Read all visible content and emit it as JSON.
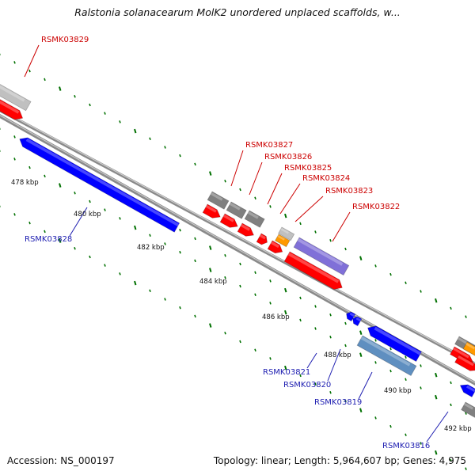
{
  "title": "Ralstonia solanacearum MolK2 unordered unplaced scaffolds, w...",
  "footer": {
    "accession": "Accession: NS_000197",
    "topology": "Topology: linear; Length: 5,964,607 bp; Genes: 4,975"
  },
  "colors": {
    "forward_gene": "#ff0000",
    "reverse_gene": "#0000ff",
    "rrna": "#808080",
    "trna": "#c0c0c0",
    "purple_gene": "#8070d8",
    "steel_gene": "#5f8fc0",
    "orange_gene": "#ff9900",
    "tick": "#007000",
    "label_forward": "#cc0000",
    "label_reverse": "#1c1cb0",
    "backbone": "#8a8a8a"
  },
  "kbp_labels": [
    "478 kbp",
    "480 kbp",
    "482 kbp",
    "484 kbp",
    "486 kbp",
    "488 kbp",
    "490 kbp",
    "492 kbp"
  ],
  "gene_labels_forward": [
    "RSMK03829",
    "RSMK03827",
    "RSMK03826",
    "RSMK03825",
    "RSMK03824",
    "RSMK03823",
    "RSMK03822"
  ],
  "gene_labels_reverse": [
    "RSMK03828",
    "RSMK03821",
    "RSMK03820",
    "RSMK03819",
    "RSMK03816"
  ]
}
